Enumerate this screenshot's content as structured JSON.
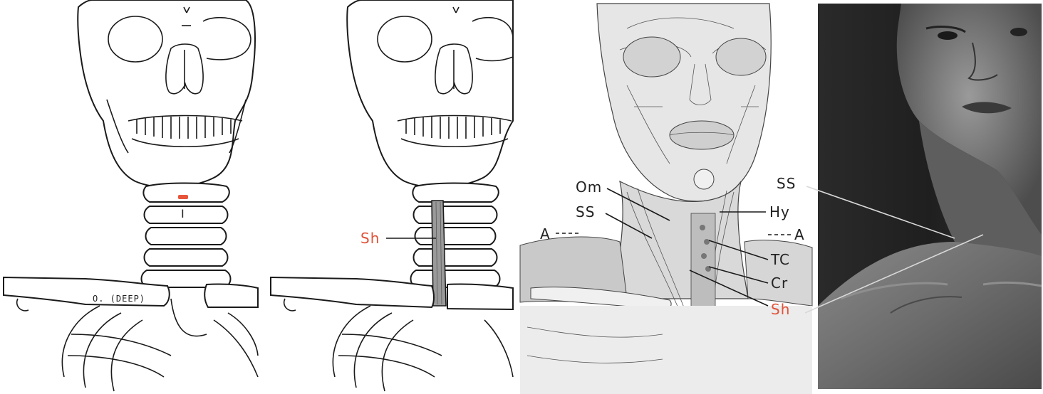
{
  "panels": [
    {
      "id": "skeleton-deep",
      "labels": {
        "vertebra": "I",
        "deep_muscle": "O. (DEEP)"
      },
      "colors": {
        "marker": "#e8553a"
      }
    },
    {
      "id": "skeleton-sh",
      "labels": {
        "sternohyoid": "Sh"
      },
      "colors": {
        "highlight": "#e0533a"
      }
    },
    {
      "id": "muscle-drawing",
      "labels": {
        "omohyoid": "Om",
        "sternocleidomastoid": "SS",
        "level_left": "A",
        "level_right": "A",
        "hyoid": "Hy",
        "thyroid_cartilage": "TC",
        "cricoid": "Cr",
        "sternohyoid": "Sh"
      }
    },
    {
      "id": "photo",
      "labels": {
        "sternocleidomastoid": "SS"
      }
    }
  ]
}
